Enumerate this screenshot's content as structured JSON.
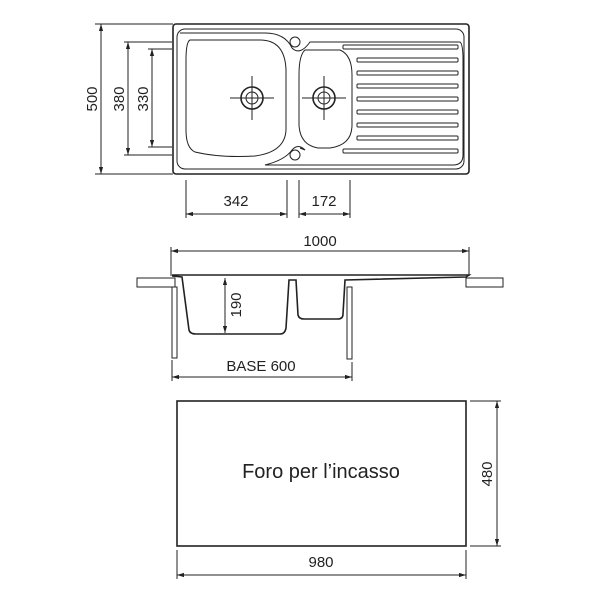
{
  "top_view": {
    "overall_depth": "500",
    "bowl_depth_large": "380",
    "bowl_depth_small": "330",
    "bowl_width_large": "342",
    "bowl_width_small": "172"
  },
  "side_view": {
    "overall_width": "1000",
    "bowl_height": "190",
    "base_label": "BASE 600"
  },
  "cutout_view": {
    "label": "Foro per l’incasso",
    "width": "980",
    "depth": "480"
  },
  "colors": {
    "line": "#222222",
    "countertop": "#d9d9d9"
  }
}
